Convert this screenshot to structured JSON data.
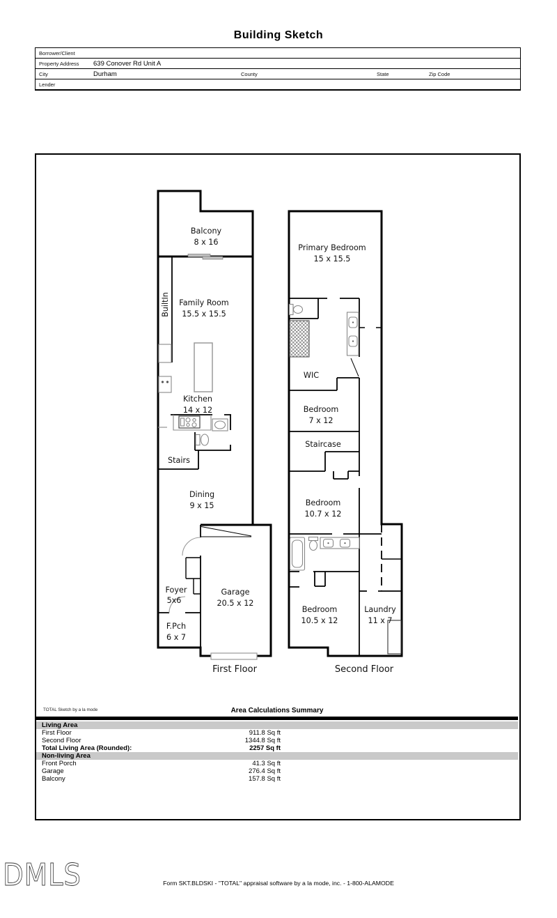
{
  "title": "Building Sketch",
  "form": {
    "borrower_label": "Borrower/Client",
    "property_label": "Property Address",
    "property_value": "639 Conover Rd Unit A",
    "city_label": "City",
    "city_value": "Durham",
    "county_label": "County",
    "state_label": "State",
    "zip_label": "Zip Code",
    "lender_label": "Lender"
  },
  "floorplan": {
    "first": {
      "caption": "First Floor",
      "rooms": [
        {
          "name": "Balcony",
          "dims": "8 x 16"
        },
        {
          "name": "BuiltIn",
          "dims": ""
        },
        {
          "name": "Family Room",
          "dims": "15.5 x 15.5"
        },
        {
          "name": "Kitchen",
          "dims": "14 x 12"
        },
        {
          "name": "Stairs",
          "dims": ""
        },
        {
          "name": "Dining",
          "dims": "9 x 15"
        },
        {
          "name": "Foyer",
          "dims": "5x6"
        },
        {
          "name": "Garage",
          "dims": "20.5 x 12"
        },
        {
          "name": "F.Pch",
          "dims": "6 x 7"
        }
      ]
    },
    "second": {
      "caption": "Second Floor",
      "rooms": [
        {
          "name": "Primary Bedroom",
          "dims": "15 x 15.5"
        },
        {
          "name": "WIC",
          "dims": ""
        },
        {
          "name": "Bedroom",
          "dims": "7 x 12"
        },
        {
          "name": "Staircase",
          "dims": ""
        },
        {
          "name": "Bedroom",
          "dims": "10.7 x 12"
        },
        {
          "name": "Bedroom",
          "dims": "10.5 x 12"
        },
        {
          "name": "Laundry",
          "dims": "11 x 7"
        }
      ]
    }
  },
  "summary": {
    "brand": "TOTAL Sketch by a la mode",
    "title": "Area Calculations Summary",
    "living_header": "Living Area",
    "nonliving_header": "Non-living Area",
    "living_rows": [
      {
        "label": "First Floor",
        "value": "911.8 Sq ft"
      },
      {
        "label": "Second Floor",
        "value": "1344.8 Sq ft"
      },
      {
        "label": "Total Living Area (Rounded):",
        "value": "2257 Sq ft"
      }
    ],
    "nonliving_rows": [
      {
        "label": "Front Porch",
        "value": "41.3 Sq ft"
      },
      {
        "label": "Garage",
        "value": "276.4 Sq ft"
      },
      {
        "label": "Balcony",
        "value": "157.8 Sq ft"
      }
    ],
    "band_color": "#c9c9c9"
  },
  "footer": {
    "logo": "DMLS",
    "text": "Form SKT.BLDSKI - \"TOTAL\" appraisal software by a la mode, inc. - 1-800-ALAMODE"
  }
}
